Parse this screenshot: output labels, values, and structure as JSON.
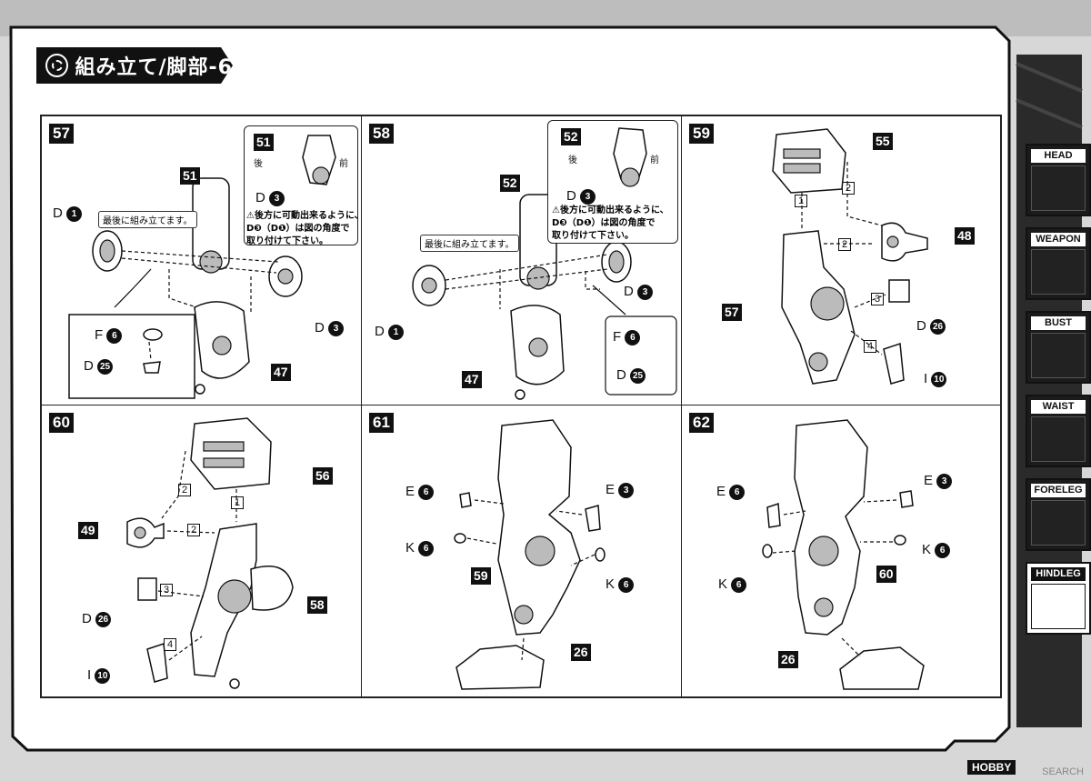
{
  "header": {
    "title": "組み立て/脚部-6"
  },
  "steps": {
    "s57": {
      "number": "57",
      "note": "最後に組み立てます。",
      "inset_part": "51",
      "inset_back": "後",
      "inset_front": "前",
      "inset_ref": "D",
      "inset_ref_num": "3",
      "warning_l1": "⚠後方に可動出来るように、",
      "warning_l2": "D❸（D❶）は図の角度で",
      "warning_l3": "取り付けて下さい。",
      "p_main": "51",
      "p_bottom": "47",
      "d1": "D",
      "d1n": "1",
      "d3": "D",
      "d3n": "3",
      "f6": "F",
      "f6n": "6",
      "d25": "D",
      "d25n": "25"
    },
    "s58": {
      "number": "58",
      "note": "最後に組み立てます。",
      "inset_part": "52",
      "inset_back": "後",
      "inset_front": "前",
      "inset_ref": "D",
      "inset_ref_num": "3",
      "warning_l1": "⚠後方に可動出来るように、",
      "warning_l2": "D❸（D❶）は図の角度で",
      "warning_l3": "取り付けて下さい。",
      "p_main": "52",
      "p_bottom": "47",
      "d1": "D",
      "d1n": "1",
      "d3": "D",
      "d3n": "3",
      "f6": "F",
      "f6n": "6",
      "d25": "D",
      "d25n": "25"
    },
    "s59": {
      "number": "59",
      "p_top": "55",
      "p_side": "48",
      "p_main": "57",
      "d26": "D",
      "d26n": "26",
      "i10": "I",
      "i10n": "10",
      "seq": [
        "1",
        "2",
        "2",
        "3",
        "4"
      ]
    },
    "s60": {
      "number": "60",
      "p_top": "56",
      "p_side": "49",
      "p_main": "58",
      "d26": "D",
      "d26n": "26",
      "i10": "I",
      "i10n": "10",
      "seq": [
        "2",
        "1",
        "2",
        "3",
        "4"
      ]
    },
    "s61": {
      "number": "61",
      "e6": "E",
      "e6n": "6",
      "e3": "E",
      "e3n": "3",
      "k6a": "K",
      "k6an": "6",
      "k6b": "K",
      "k6bn": "6",
      "p_main": "59",
      "p_foot": "26"
    },
    "s62": {
      "number": "62",
      "e6": "E",
      "e6n": "6",
      "e3": "E",
      "e3n": "3",
      "k6a": "K",
      "k6an": "6",
      "k6b": "K",
      "k6bn": "6",
      "p_main": "60",
      "p_foot": "26"
    }
  },
  "side_tabs": [
    {
      "label": "HEAD",
      "active": false
    },
    {
      "label": "WEAPON",
      "active": false
    },
    {
      "label": "BUST",
      "active": false
    },
    {
      "label": "WAIST",
      "active": false
    },
    {
      "label": "FORELEG",
      "active": false
    },
    {
      "label": "HINDLEG",
      "active": true
    }
  ],
  "footer": {
    "logo": "HOBBY",
    "watermark": "SEARCH"
  }
}
